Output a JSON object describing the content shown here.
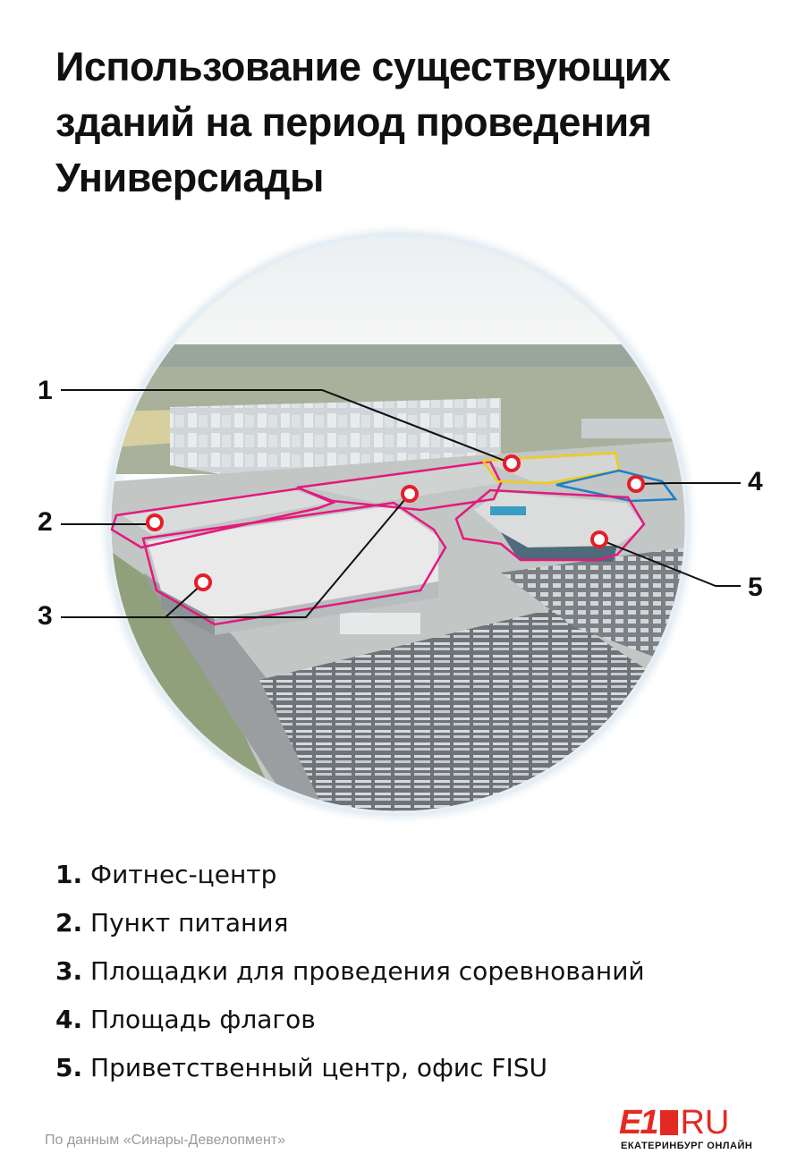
{
  "title": {
    "line1": "Использование существующих",
    "line2": "зданий на период проведения",
    "line3": "Универсиады"
  },
  "callouts": [
    "1",
    "2",
    "3",
    "4",
    "5"
  ],
  "legend": [
    {
      "num": "1.",
      "text": "Фитнес-центр"
    },
    {
      "num": "2.",
      "text": "Пункт питания"
    },
    {
      "num": "3.",
      "text": "Площадки для проведения соревнований"
    },
    {
      "num": "4.",
      "text": "Площадь флагов"
    },
    {
      "num": "5.",
      "text": "Приветственный центр, офис FISU"
    }
  ],
  "source": "По данным «Синары-Девелопмент»",
  "logo": {
    "main": "E1",
    "ru": "RU",
    "sub": "ЕКАТЕРИНБУРГ ОНЛАЙН"
  },
  "colors": {
    "outline_magenta": "#e4197e",
    "outline_yellow": "#f2cc1a",
    "outline_blue": "#1f7fc4",
    "marker_red": "#e61e2a",
    "brand_red": "#e32a22"
  }
}
